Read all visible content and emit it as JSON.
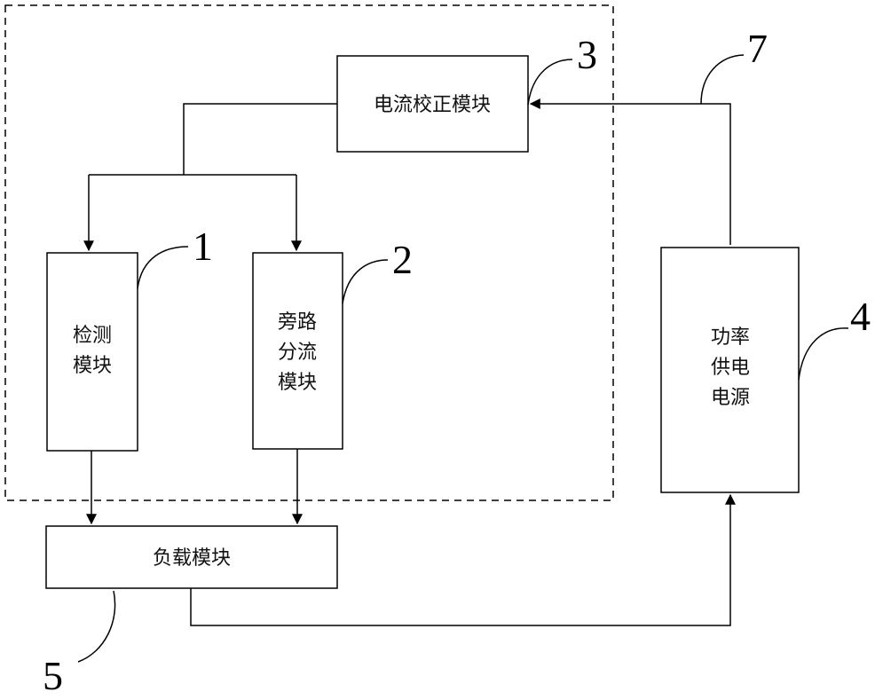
{
  "modules": {
    "current_correction": "电流校正模块",
    "detection": [
      "检测",
      "模块"
    ],
    "bypass_shunt": [
      "旁路",
      "分流",
      "模块"
    ],
    "load": "负载模块",
    "power_supply": [
      "功率",
      "供电",
      "电源"
    ]
  },
  "callouts": {
    "n1": "1",
    "n2": "2",
    "n3": "3",
    "n4": "4",
    "n5": "5",
    "n7": "7"
  }
}
